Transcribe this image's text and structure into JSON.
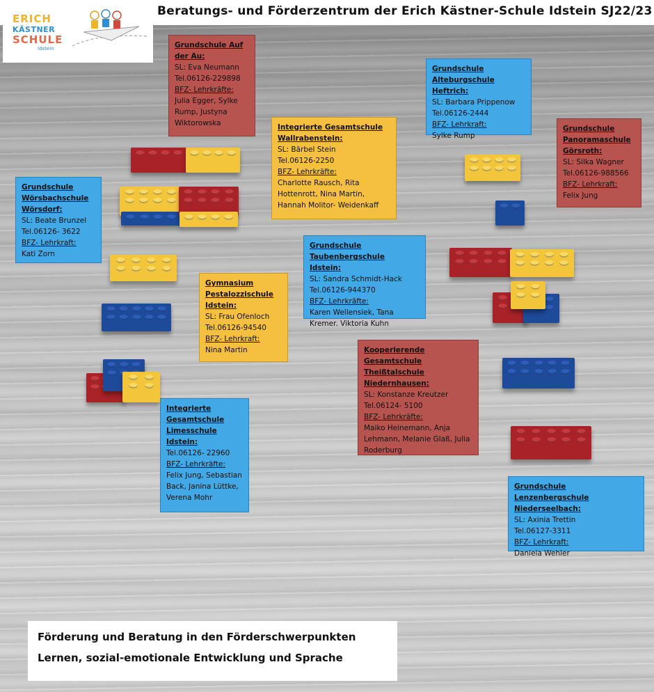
{
  "header": {
    "title": "Beratungs- und Förderzentrum der Erich Kästner-Schule Idstein SJ22/23"
  },
  "logo": {
    "line1": "ERICH",
    "line2": "KÄSTNER",
    "line3": "SCHULE",
    "line4": "Idstein"
  },
  "schools": {
    "au": {
      "title1": "Grundschule Auf",
      "title2": "der Au:",
      "sl": "SL: Eva Neumann",
      "tel": "Tel.06126-229898",
      "bfz": "BFZ- Lehrkräfte:",
      "staff1": "Julia Egger, Sylke",
      "staff2": "Rump, Justyna",
      "staff3": "Wiktorowska"
    },
    "wallrabenstein": {
      "title1": "Integrierte Gesamtschule",
      "title2": "Wallrabenstein:",
      "sl": "SL: Bärbel Stein",
      "tel": "Tel.06126-2250",
      "bfz": "BFZ- Lehrkräfte:",
      "staff1": "Charlotte Rausch, Rita",
      "staff2": "Hottenrott, Nina Martin,",
      "staff3": "Hannah Molitor- Weidenkaff"
    },
    "heftrich": {
      "title1": "Grundschule",
      "title2": "Alteburgschule Heftrich:",
      "sl": "SL: Barbara Prippenow",
      "tel": "Tel.06126-2444",
      "bfz": "BFZ- Lehrkraft:",
      "staff1": "Sylke Rump"
    },
    "goersroth": {
      "title1": "Grundschule",
      "title2": "Panoramaschule",
      "title3": "Görsroth:",
      "sl": "SL: Silka Wagner",
      "tel": "Tel.06126-988566",
      "bfz": "BFZ- Lehrkraft:",
      "staff1": "Felix Jung"
    },
    "woersdorf": {
      "title1": "Grundschule",
      "title2": "Wörsbachschule",
      "title3": "Wörsdorf:",
      "sl": "SL: Beate Brunzel",
      "tel": "Tel.06126- 3622",
      "bfz": "BFZ- Lehrkraft:",
      "staff1": "Kati Zorn"
    },
    "taubenberg": {
      "title1": "Grundschule Taubenbergschule",
      "title2": "Idstein:",
      "sl": "SL: Sandra Schmidt-Hack",
      "tel": "Tel.06126-944370",
      "bfz": "BFZ- Lehrkräfte:",
      "staff1": "Karen Wellensiek, Tana",
      "staff2": "Kremer. Viktoria Kuhn"
    },
    "pestalozzi": {
      "title1": "Gymnasium",
      "title2": "Pestalozzischule",
      "title3": "Idstein:",
      "sl": "SL: Frau Ofenloch",
      "tel": "Tel.06126-94540",
      "bfz": "BFZ- Lehrkraft:",
      "staff1": "Nina Martin"
    },
    "theisstal": {
      "title1": "Kooperierende Gesamtschule",
      "title2": "Theißtalschule",
      "title3": "Niedernhausen:",
      "sl": "SL: Konstanze Kreutzer",
      "tel": "Tel.06124- 5100",
      "bfz": "BFZ- Lehrkräfte:",
      "staff1": "Maiko Heinemann, Anja",
      "staff2": "Lehmann, Melanie Glaß, Julia",
      "staff3": "Roderburg"
    },
    "limes": {
      "title1": "Integrierte",
      "title2": "Gesamtschule",
      "title3": "Limesschule Idstein:",
      "tel": "Tel.06126- 22960",
      "bfz": "BFZ- Lehrkräfte:",
      "staff1": "Felix Jung, Sebastian",
      "staff2": "Back, Janina Lüttke,",
      "staff3": "Verena Mohr"
    },
    "lenzenberg": {
      "title1": "Grundschule Lenzenbergschule",
      "title2": "Niederseelbach:",
      "sl": "SL: Axinia Trettin",
      "tel": "Tel.06127-3311",
      "bfz": "BFZ- Lehrkraft:",
      "staff1": "Daniela Wehler"
    }
  },
  "footer": {
    "line1": "Förderung und Beratung in den Förderschwerpunkten",
    "line2": "Lernen, sozial-emotionale Entwicklung und Sprache"
  },
  "colors": {
    "red_bubble": "#b85450",
    "yellow_bubble": "#f5c040",
    "blue_bubble": "#42a8e6",
    "brick_red": "#a82228",
    "brick_yellow": "#f2c53a",
    "brick_blue": "#1e4a9a"
  }
}
